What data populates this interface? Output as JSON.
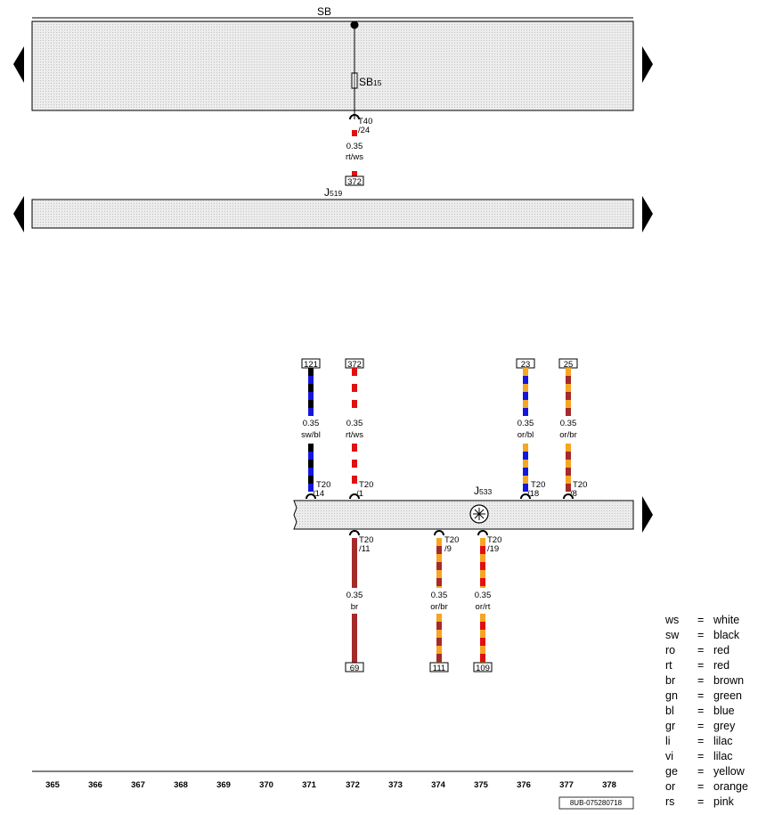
{
  "components": {
    "fuse_box": {
      "label": "SB"
    },
    "fuse": {
      "label": "SB",
      "sub": "15"
    },
    "module_upper": {
      "label": "J",
      "sub": "519"
    },
    "module_lower": {
      "label": "J",
      "sub": "533"
    }
  },
  "wires": [
    {
      "id": "w372_top",
      "connector": "T40",
      "pin": "/24",
      "gauge": "0.35",
      "color_code": "rt/ws",
      "ref": "372",
      "colors": [
        "#e01010",
        "#ffffff"
      ]
    },
    {
      "id": "w121",
      "connector": "T20",
      "pin": "/14",
      "gauge": "0.35",
      "color_code": "sw/bl",
      "ref": "121",
      "colors": [
        "#000000",
        "#1515e0"
      ]
    },
    {
      "id": "w372",
      "connector": "T20",
      "pin": "/1",
      "gauge": "0.35",
      "color_code": "rt/ws",
      "ref": "372",
      "colors": [
        "#e01010",
        "#ffffff"
      ]
    },
    {
      "id": "w23",
      "connector": "T20",
      "pin": "/18",
      "gauge": "0.35",
      "color_code": "or/bl",
      "ref": "23",
      "colors": [
        "#f5a623",
        "#1515e0"
      ]
    },
    {
      "id": "w25",
      "connector": "T20",
      "pin": "/8",
      "gauge": "0.35",
      "color_code": "or/br",
      "ref": "25",
      "colors": [
        "#f5a623",
        "#a52a2a"
      ]
    },
    {
      "id": "w69",
      "connector": "T20",
      "pin": "/11",
      "gauge": "0.35",
      "color_code": "br",
      "ref": "69",
      "colors": [
        "#a52a2a",
        "#a52a2a"
      ]
    },
    {
      "id": "w111",
      "connector": "T20",
      "pin": "/9",
      "gauge": "0.35",
      "color_code": "or/br",
      "ref": "111",
      "colors": [
        "#f5a623",
        "#a52a2a"
      ]
    },
    {
      "id": "w109",
      "connector": "T20",
      "pin": "/19",
      "gauge": "0.35",
      "color_code": "or/rt",
      "ref": "109",
      "colors": [
        "#f5a623",
        "#e01010"
      ]
    }
  ],
  "columns": [
    "365",
    "366",
    "367",
    "368",
    "369",
    "370",
    "371",
    "372",
    "373",
    "374",
    "375",
    "376",
    "377",
    "378"
  ],
  "doc_id": "8UB-075280718",
  "legend": [
    {
      "code": "ws",
      "eq": "=",
      "name": "white"
    },
    {
      "code": "sw",
      "eq": "=",
      "name": "black"
    },
    {
      "code": "ro",
      "eq": "=",
      "name": "red"
    },
    {
      "code": "rt",
      "eq": "=",
      "name": "red"
    },
    {
      "code": "br",
      "eq": "=",
      "name": "brown"
    },
    {
      "code": "gn",
      "eq": "=",
      "name": "green"
    },
    {
      "code": "bl",
      "eq": "=",
      "name": "blue"
    },
    {
      "code": "gr",
      "eq": "=",
      "name": "grey"
    },
    {
      "code": "li",
      "eq": "=",
      "name": "lilac"
    },
    {
      "code": "vi",
      "eq": "=",
      "name": "lilac"
    },
    {
      "code": "ge",
      "eq": "=",
      "name": "yellow"
    },
    {
      "code": "or",
      "eq": "=",
      "name": "orange"
    },
    {
      "code": "rs",
      "eq": "=",
      "name": "pink"
    }
  ]
}
